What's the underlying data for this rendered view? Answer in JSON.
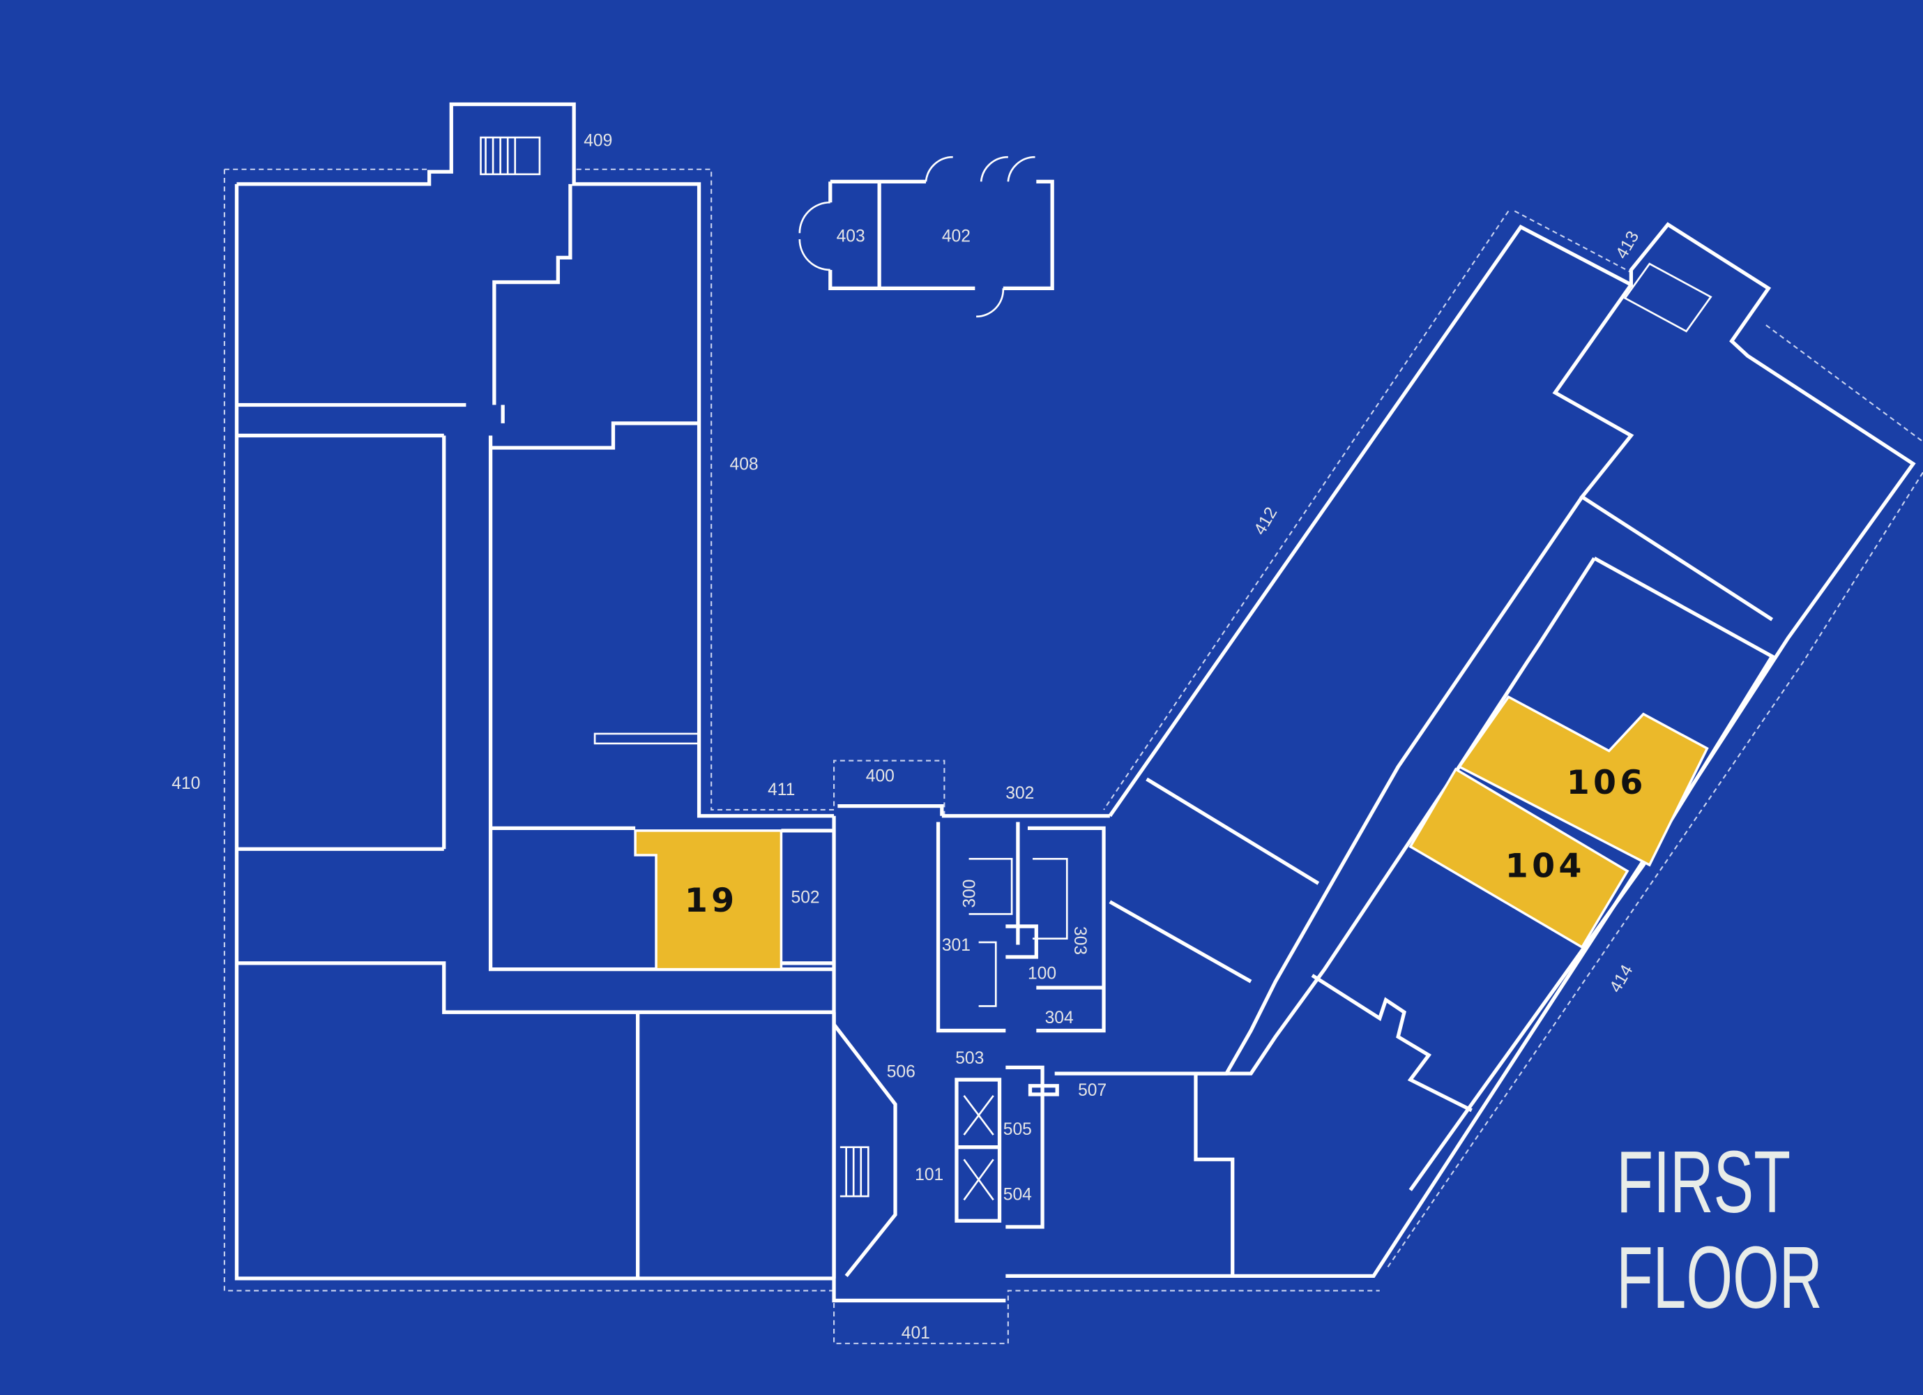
{
  "title": {
    "line1": "FIRST",
    "line2": "FLOOR"
  },
  "colors": {
    "background": "#1a3fa6",
    "highlight": "#ebb92a",
    "walls": "#ffffff"
  },
  "highlighted_rooms": [
    {
      "label": "19"
    },
    {
      "label": "106"
    },
    {
      "label": "104"
    }
  ],
  "room_labels": {
    "r409": "409",
    "r403": "403",
    "r402": "402",
    "r408": "408",
    "r410": "410",
    "r411": "411",
    "r400": "400",
    "r302": "302",
    "r300": "300",
    "r301": "301",
    "r303": "303",
    "r100": "100",
    "r304": "304",
    "r502": "502",
    "r503": "503",
    "r506": "506",
    "r507": "507",
    "r505": "505",
    "r101": "101",
    "r504": "504",
    "r401": "401",
    "r412": "412",
    "r413": "413",
    "r414": "414"
  }
}
